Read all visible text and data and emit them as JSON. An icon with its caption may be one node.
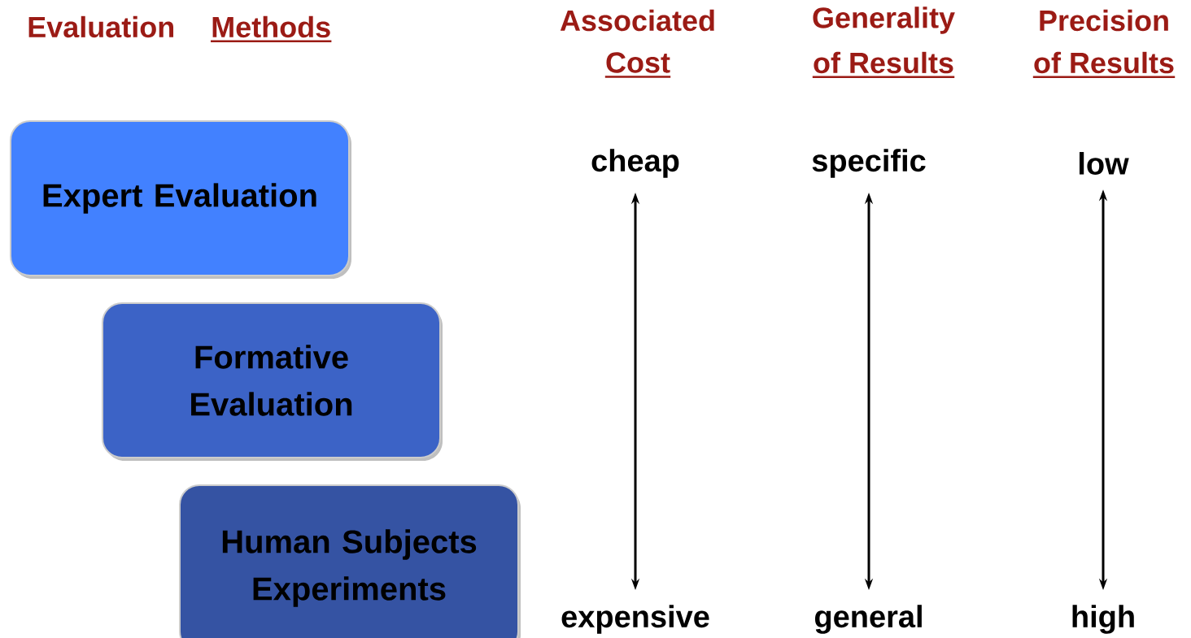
{
  "diagram": {
    "nodes": [
      {
        "text": [
          "Expert Evaluation"
        ]
      },
      {
        "text": [
          "Formative Evaluation"
        ]
      },
      {
        "text": [
          "Human Subjects Experiments"
        ]
      },
      {
        "text": [
          "cheap"
        ]
      },
      {
        "text": [
          "expensive"
        ]
      },
      {
        "text": [
          "specific"
        ]
      },
      {
        "text": [
          "general"
        ]
      },
      {
        "text": [
          "low"
        ]
      },
      {
        "text": [
          "high"
        ]
      }
    ],
    "edges": [
      {
        "from": 3,
        "to": 4,
        "arrow": "both"
      },
      {
        "from": 5,
        "to": 6,
        "arrow": "both"
      },
      {
        "from": 7,
        "to": 8,
        "arrow": "both"
      }
    ],
    "labels": [
      "Evaluation",
      "Methods",
      "Associated",
      "Cost",
      "Generality",
      "of Results",
      "Precision",
      "of Results"
    ]
  }
}
